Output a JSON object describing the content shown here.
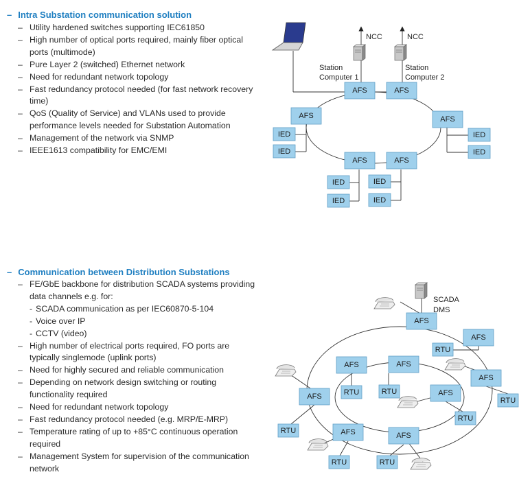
{
  "section1": {
    "dash": "–",
    "title": "Intra Substation communication solution",
    "bullets": [
      "Utility hardened switches supporting IEC61850",
      "High number of optical ports required, mainly fiber optical ports (multimode)",
      "Pure Layer 2 (switched) Ethernet network",
      "Need for redundant network topology",
      "Fast redundancy protocol needed (for fast network recovery time)",
      "QoS (Quality of Service) and VLANs used to provide performance levels needed for Substation Automation",
      "Management of the network via SNMP",
      "IEEE1613 compatibility for EMC/EMI"
    ],
    "diagram": {
      "switch_label": "AFS",
      "ied_label": "IED",
      "ncc_label": "NCC",
      "station_computer_1": [
        "Station",
        "Computer 1"
      ],
      "station_computer_2": [
        "Station",
        "Computer 2"
      ]
    }
  },
  "section2": {
    "dash": "–",
    "title": "Communication between Distribution Substations",
    "bullets": [
      {
        "text": "FE/GbE backbone for distribution SCADA systems providing data channels e.g. for:",
        "sub": false
      },
      {
        "text": "SCADA communication as per IEC60870-5-104",
        "sub": true
      },
      {
        "text": "Voice over IP",
        "sub": true
      },
      {
        "text": "CCTV (video)",
        "sub": true
      },
      {
        "text": "High number of electrical ports required, FO ports are typically singlemode (uplink ports)",
        "sub": false
      },
      {
        "text": "Need for highly secured and reliable communication",
        "sub": false
      },
      {
        "text": "Depending on network design switching or routing functionality required",
        "sub": false
      },
      {
        "text": "Need for redundant network topology",
        "sub": false
      },
      {
        "text": "Fast redundancy protocol needed (e.g. MRP/E-MRP)",
        "sub": false
      },
      {
        "text": "Temperature rating of up to +85°C continuous operation required",
        "sub": false
      },
      {
        "text": "Management System for supervision of the communication network",
        "sub": false
      }
    ],
    "diagram": {
      "switch_label": "AFS",
      "rtu_label": "RTU",
      "scada_label": [
        "SCADA",
        "DMS"
      ]
    }
  },
  "colors": {
    "title": "#1f7fc1",
    "box_fill": "#9fd0ec",
    "box_stroke": "#5f9fc6"
  },
  "icons": [
    "laptop-icon",
    "server-icon",
    "phone-icon",
    "arrow-up-icon"
  ]
}
